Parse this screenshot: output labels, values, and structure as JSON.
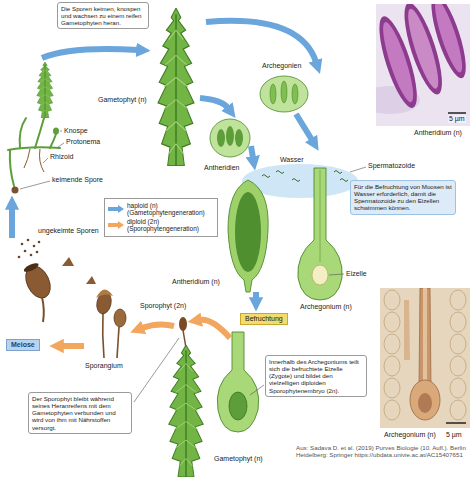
{
  "diagram": {
    "caption": "Aus: Sadava D. et al. (2019) Purves Biologie (10. Aufl.). Berlin Heidelberg: Springer https://ubdata.univie.ac.at/AC15407651",
    "nodes": [
      {
        "text": [
          "Die Sporen keimen, knospen und wachsen zu einem reifen Gametophyten heran."
        ]
      },
      {
        "text": [
          "Für die Befruchtung von Moosen ist Wasser erforderlich, damit die Spermatozoide zu den Eizellen schwimmen können."
        ]
      },
      {
        "text": [
          "Befruchtung"
        ]
      },
      {
        "text": [
          "Meiose"
        ]
      },
      {
        "text": [
          "Innerhalb des Archegoniums teilt sich die befruchtete Eizelle (Zygote) und bildet den vielzelligen diploiden Sporophytenembryo (2n)."
        ]
      },
      {
        "text": [
          "Der Sporophyt bleibt während seines Heranreifens mit dem Gametophyten verbunden und wird von ihm mit Nährstoffen versorgt."
        ]
      }
    ],
    "labels": [
      "Knospe",
      "Protonema",
      "Rhizoid",
      "keimende Spore",
      "ungekeimte Sporen",
      "Gametophyt (n)",
      "Archegonien",
      "Antheridien",
      "Antheridium (n)",
      "5 µm",
      "Wasser",
      "Spermatozoide",
      "Eizelle",
      "Antheridium (n)",
      "Archegonium (n)",
      "Sporophyt (2n)",
      "Sporangium",
      "Gametophyt (n)",
      "Archegonium (n)",
      "5 µm"
    ],
    "legend": [
      {
        "text": "haploid (n) (Gametophytengeneration)",
        "color": "#6aa6dc"
      },
      {
        "text": "diploid (2n) (Sporophytengeneration)",
        "color": "#f2a65e"
      }
    ]
  }
}
